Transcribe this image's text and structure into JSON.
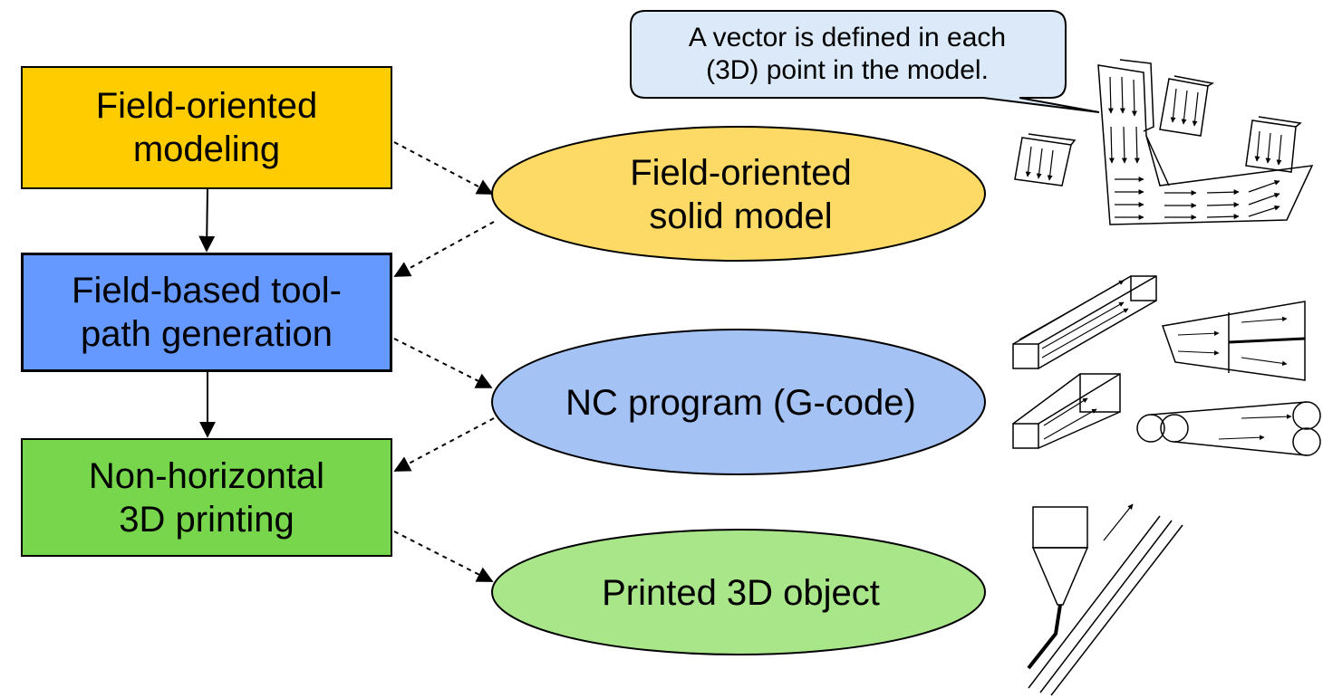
{
  "process_steps": [
    {
      "line1": "Field-oriented",
      "line2": "modeling",
      "color": "#ffcc00"
    },
    {
      "line1": "Field-based tool-",
      "line2": "path generation",
      "color": "#6699ff"
    },
    {
      "line1": "Non-horizontal",
      "line2": "3D printing",
      "color": "#77d64c"
    }
  ],
  "artifacts": [
    {
      "line1": "Field-oriented",
      "line2": "solid model",
      "color": "#fdd966"
    },
    {
      "line1": "NC program (G-code)",
      "color": "#a4c2f4"
    },
    {
      "line1": "Printed 3D object",
      "color": "#a9e589"
    }
  ],
  "callout": {
    "line1": "A vector is defined in each",
    "line2": "(3D) point in the model.",
    "color": "#dbe9f9"
  },
  "illustrations": [
    "vector-field-model",
    "toolpath-sketches",
    "nozzle-printing-sketch"
  ]
}
